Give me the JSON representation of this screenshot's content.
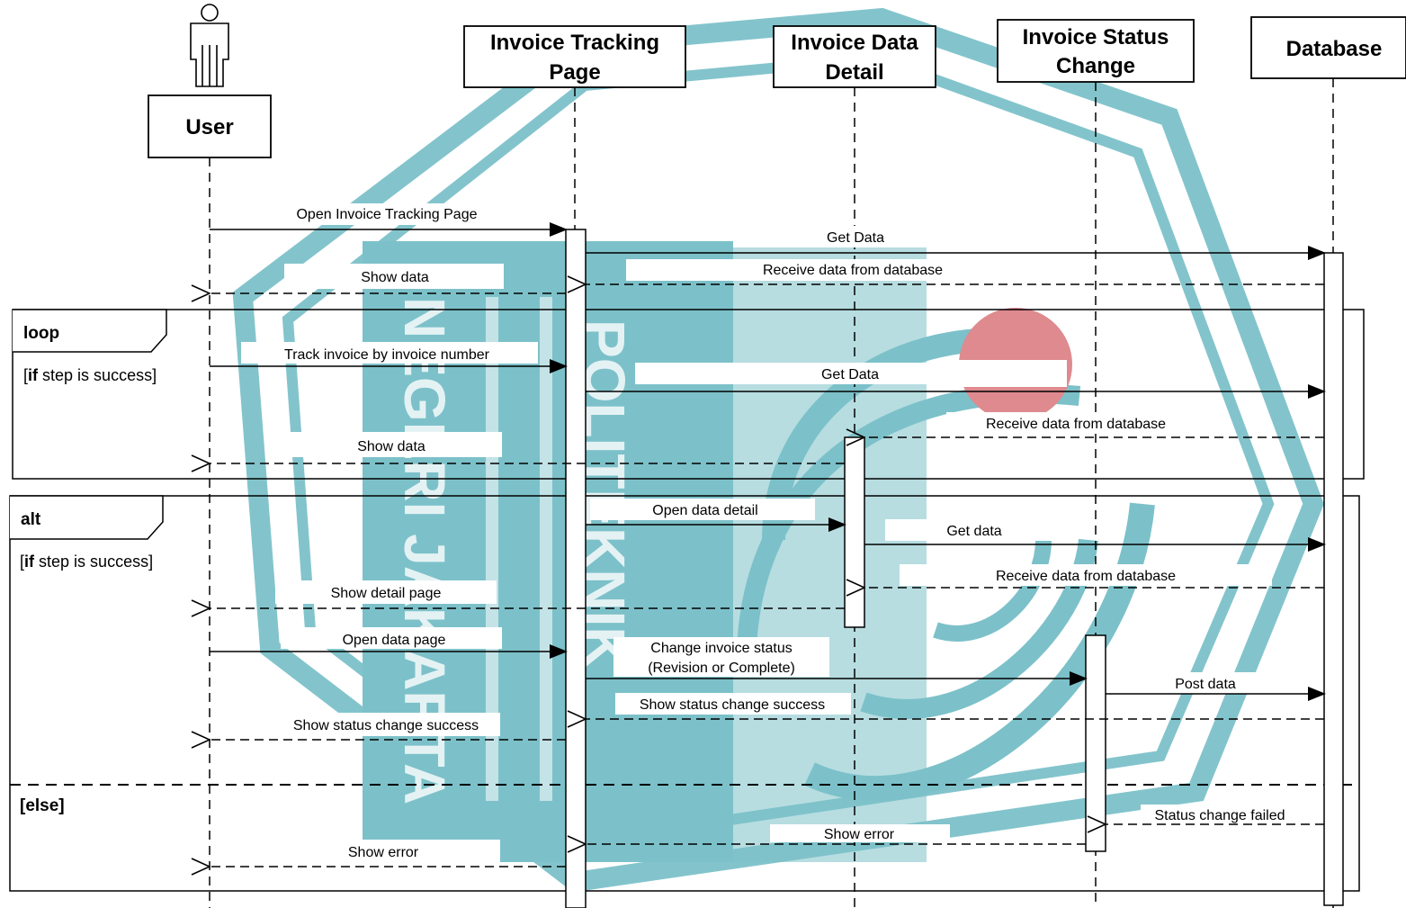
{
  "diagram": {
    "participants": {
      "user": "User",
      "tracking_page_line1": "Invoice Tracking",
      "tracking_page_line2": "Page",
      "data_detail_line1": "Invoice Data",
      "data_detail_line2": "Detail",
      "status_change_line1": "Invoice Status",
      "status_change_line2": "Change",
      "database": "Database"
    },
    "messages": {
      "m1": "Open Invoice Tracking Page",
      "m2": "Get Data",
      "m3": "Receive data from database",
      "m4": "Show data",
      "m5": "Track invoice by invoice number",
      "m6": "Get Data",
      "m7": "Receive data from database",
      "m8": "Show data",
      "m9": "Open data detail",
      "m10": "Get data",
      "m11": "Receive data from database",
      "m12": "Show detail page",
      "m13": "Open data page",
      "m14_line1": "Change invoice status",
      "m14_line2": "(Revision or Complete)",
      "m15": "Post data",
      "m16": "Show status change success",
      "m17": "Show status change success",
      "m18": "Status change failed",
      "m19": "Show error",
      "m20": "Show error"
    },
    "fragments": {
      "loop_label": "loop",
      "loop_guard_kw": "if",
      "loop_guard_text": "step is success",
      "alt_label": "alt",
      "alt_guard_kw": "if",
      "alt_guard_text": "step is success",
      "else_label": "[else]"
    },
    "watermark": {
      "text_left": "NEGERI JAKARTA",
      "text_right": "POLITEKNIK",
      "colors": {
        "teal": "#7cc1c9",
        "red": "#de8a8f"
      }
    }
  }
}
